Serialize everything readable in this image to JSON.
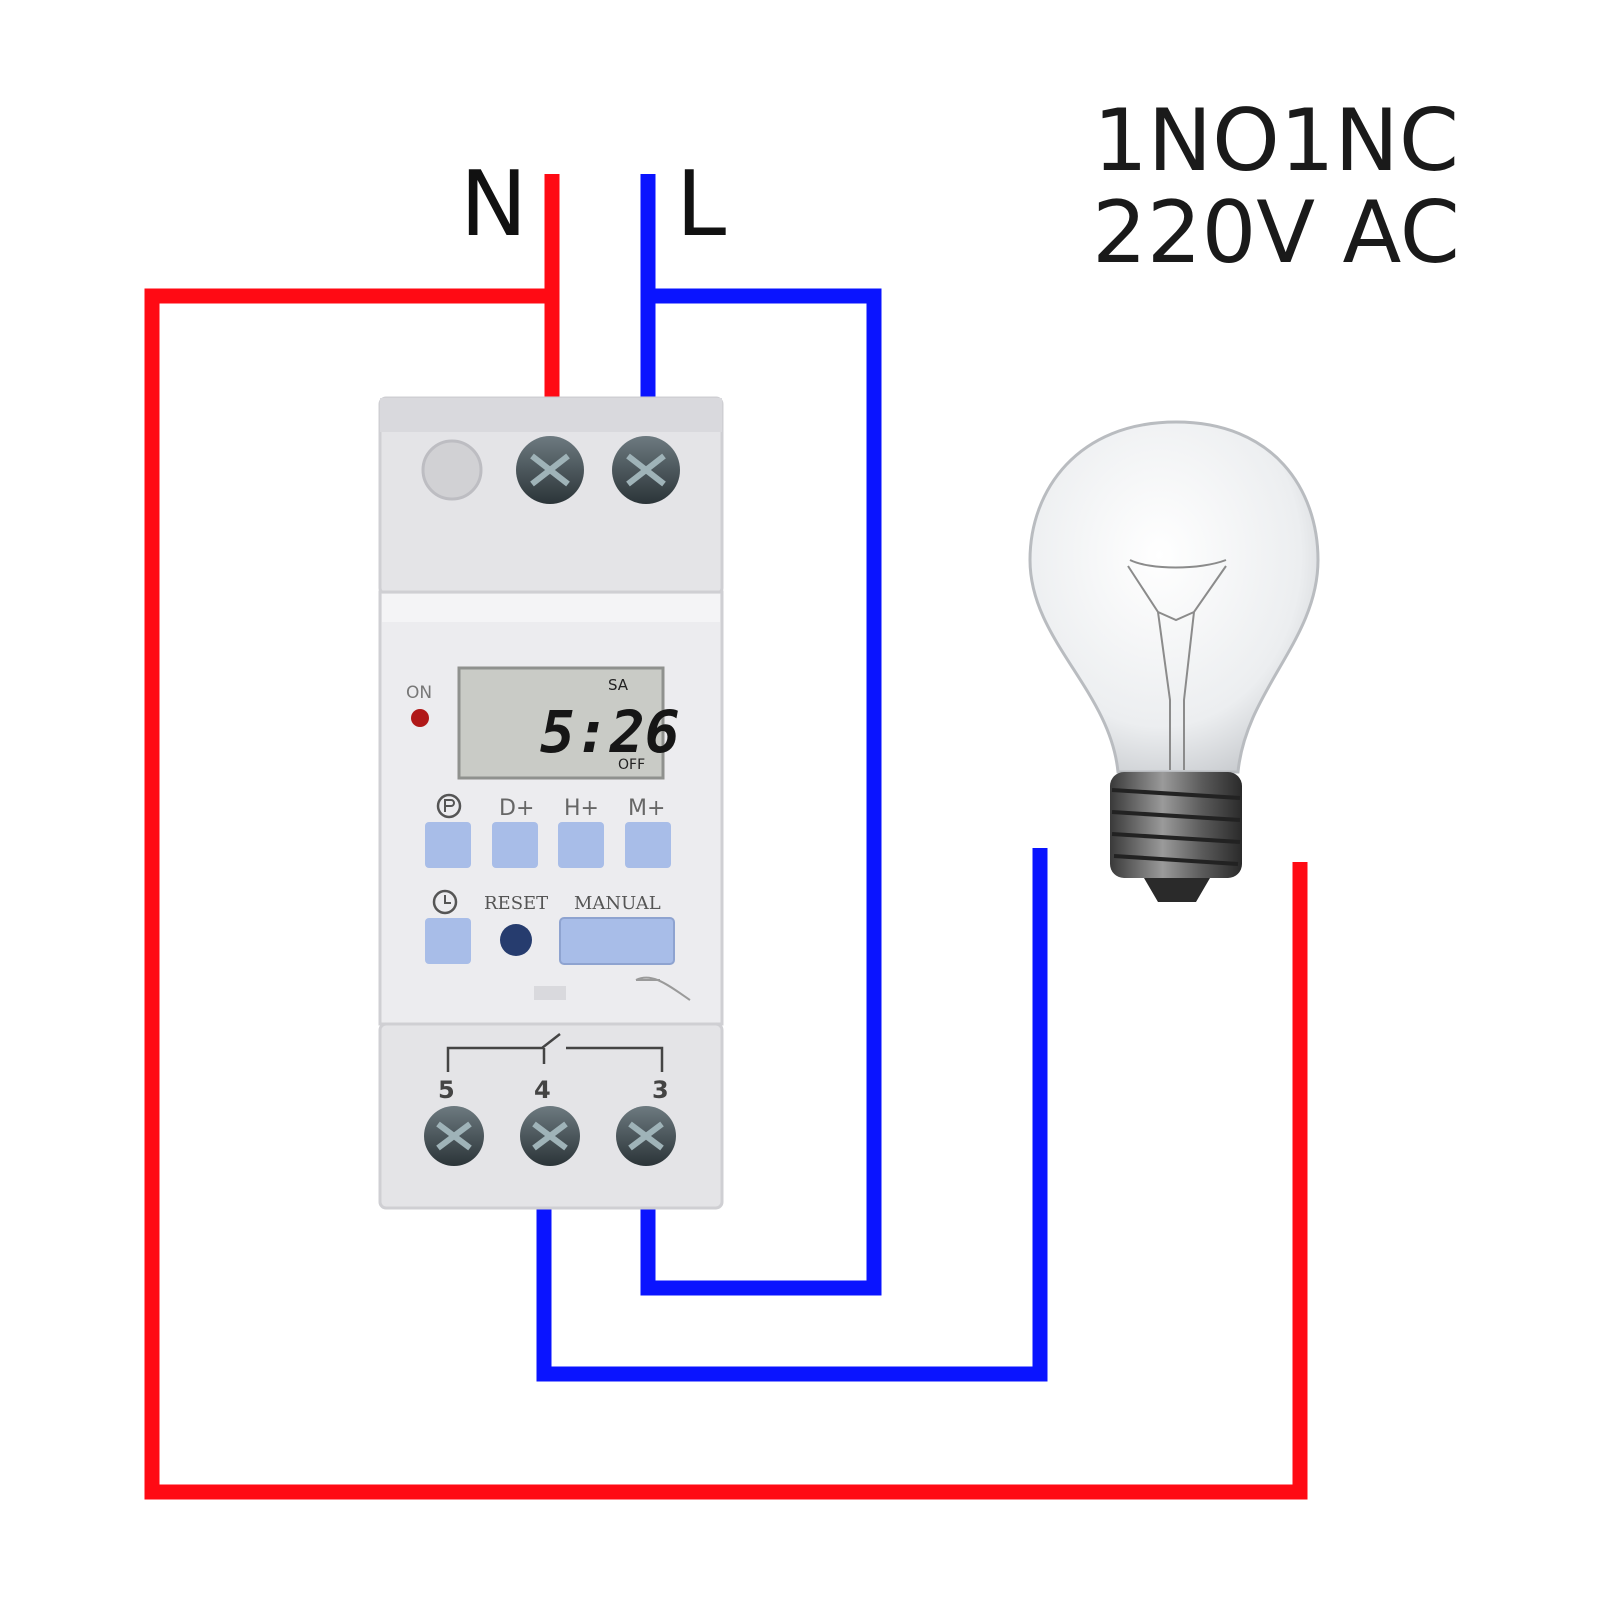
{
  "supply": {
    "neutral_label": "N",
    "live_label": "L"
  },
  "spec": {
    "line1": "1NO1NC",
    "line2": "220V AC"
  },
  "timer": {
    "led_label": "ON",
    "display": {
      "day": "SA",
      "time": "5:26",
      "state": "OFF"
    },
    "buttons_row1": {
      "d_label": "D+",
      "h_label": "H+",
      "m_label": "M+"
    },
    "reset_label": "RESET",
    "manual_label": "MANUAL",
    "terminals": {
      "t5": "5",
      "t4": "4",
      "t3": "3"
    }
  },
  "colors": {
    "neutral_wire": "#ff0a14",
    "live_wire": "#0a14ff",
    "housing": "#e6e6e9",
    "button": "#a8bde8",
    "lcd": "#c9cbc6"
  }
}
